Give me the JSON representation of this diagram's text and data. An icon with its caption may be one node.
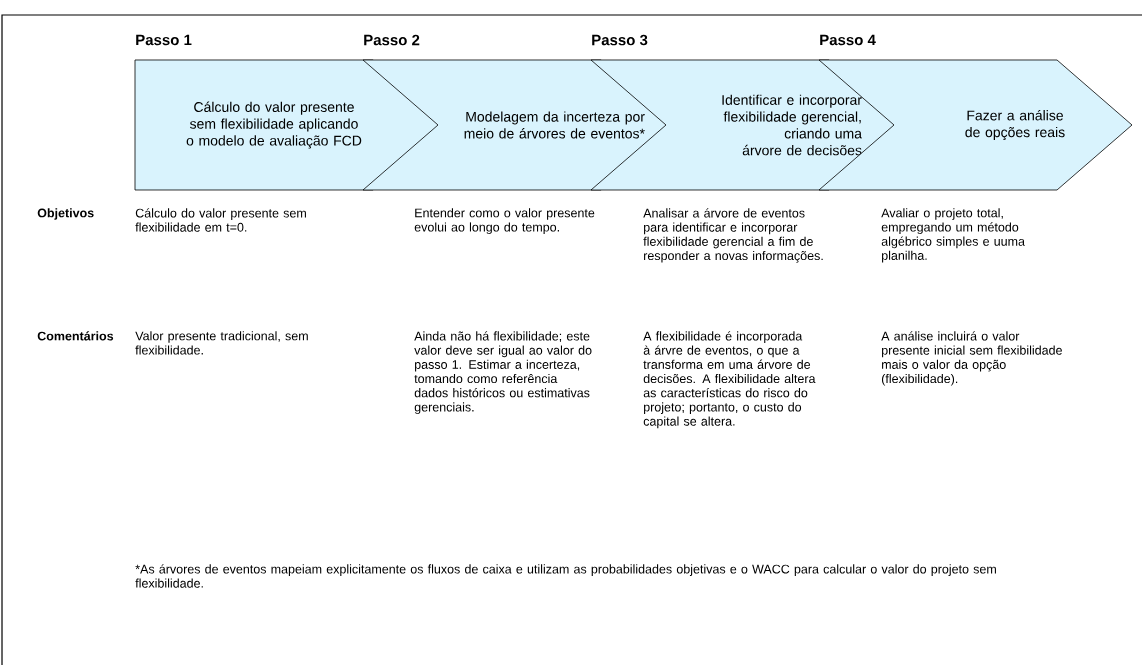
{
  "diagram": {
    "nodes": [
      {
        "text": [
          "Passo 1",
          "Cálculo do valor presente sem flexibilidade aplicando o modelo de avaliação FCD"
        ]
      },
      {
        "text": [
          "Passo 2",
          "Modelagem da incerteza por meio de árvores de eventos*"
        ]
      },
      {
        "text": [
          "Passo 3",
          "Identificar e incorporar flexibilidade gerencial, criando uma árvore de decisões"
        ]
      },
      {
        "text": [
          "Passo 4",
          "Fazer a análise de opções reais"
        ]
      }
    ],
    "edges": [],
    "labels": [
      "Objetivos",
      "Cálculo do valor presente sem flexibilidade em t=0.",
      "Entender como o valor presente evolui ao longo do tempo.",
      "Analisar a árvore de eventos para identificar e incorporar flexibilidade gerencial a fim de responder a novas informações.",
      "Avaliar o projeto total, empregando um método algébrico simples e uuma planilha.",
      "Comentários",
      "Valor presente tradicional, sem flexibilidade.",
      "Ainda não há flexibilidade; este valor deve ser igual ao valor do passo 1. Estimar a incerteza, tomando como referência dados históricos ou estimativas gerenciais.",
      "A flexibilidade é incorporada à árvre de eventos, o que a transforma em uma árvore de decisões. A flexibilidade altera as características do risco do projeto; portanto, o custo do capital se altera.",
      "A análise incluirá o valor presente inicial sem flexibilidade mais o valor da opção (flexibilidade).",
      "*As árvores de eventos mapeiam explicitamente os fluxos de caixa e utilizam as probabilidades objetivas e o WACC para calcular o valor do projeto sem flexibilidade."
    ]
  }
}
